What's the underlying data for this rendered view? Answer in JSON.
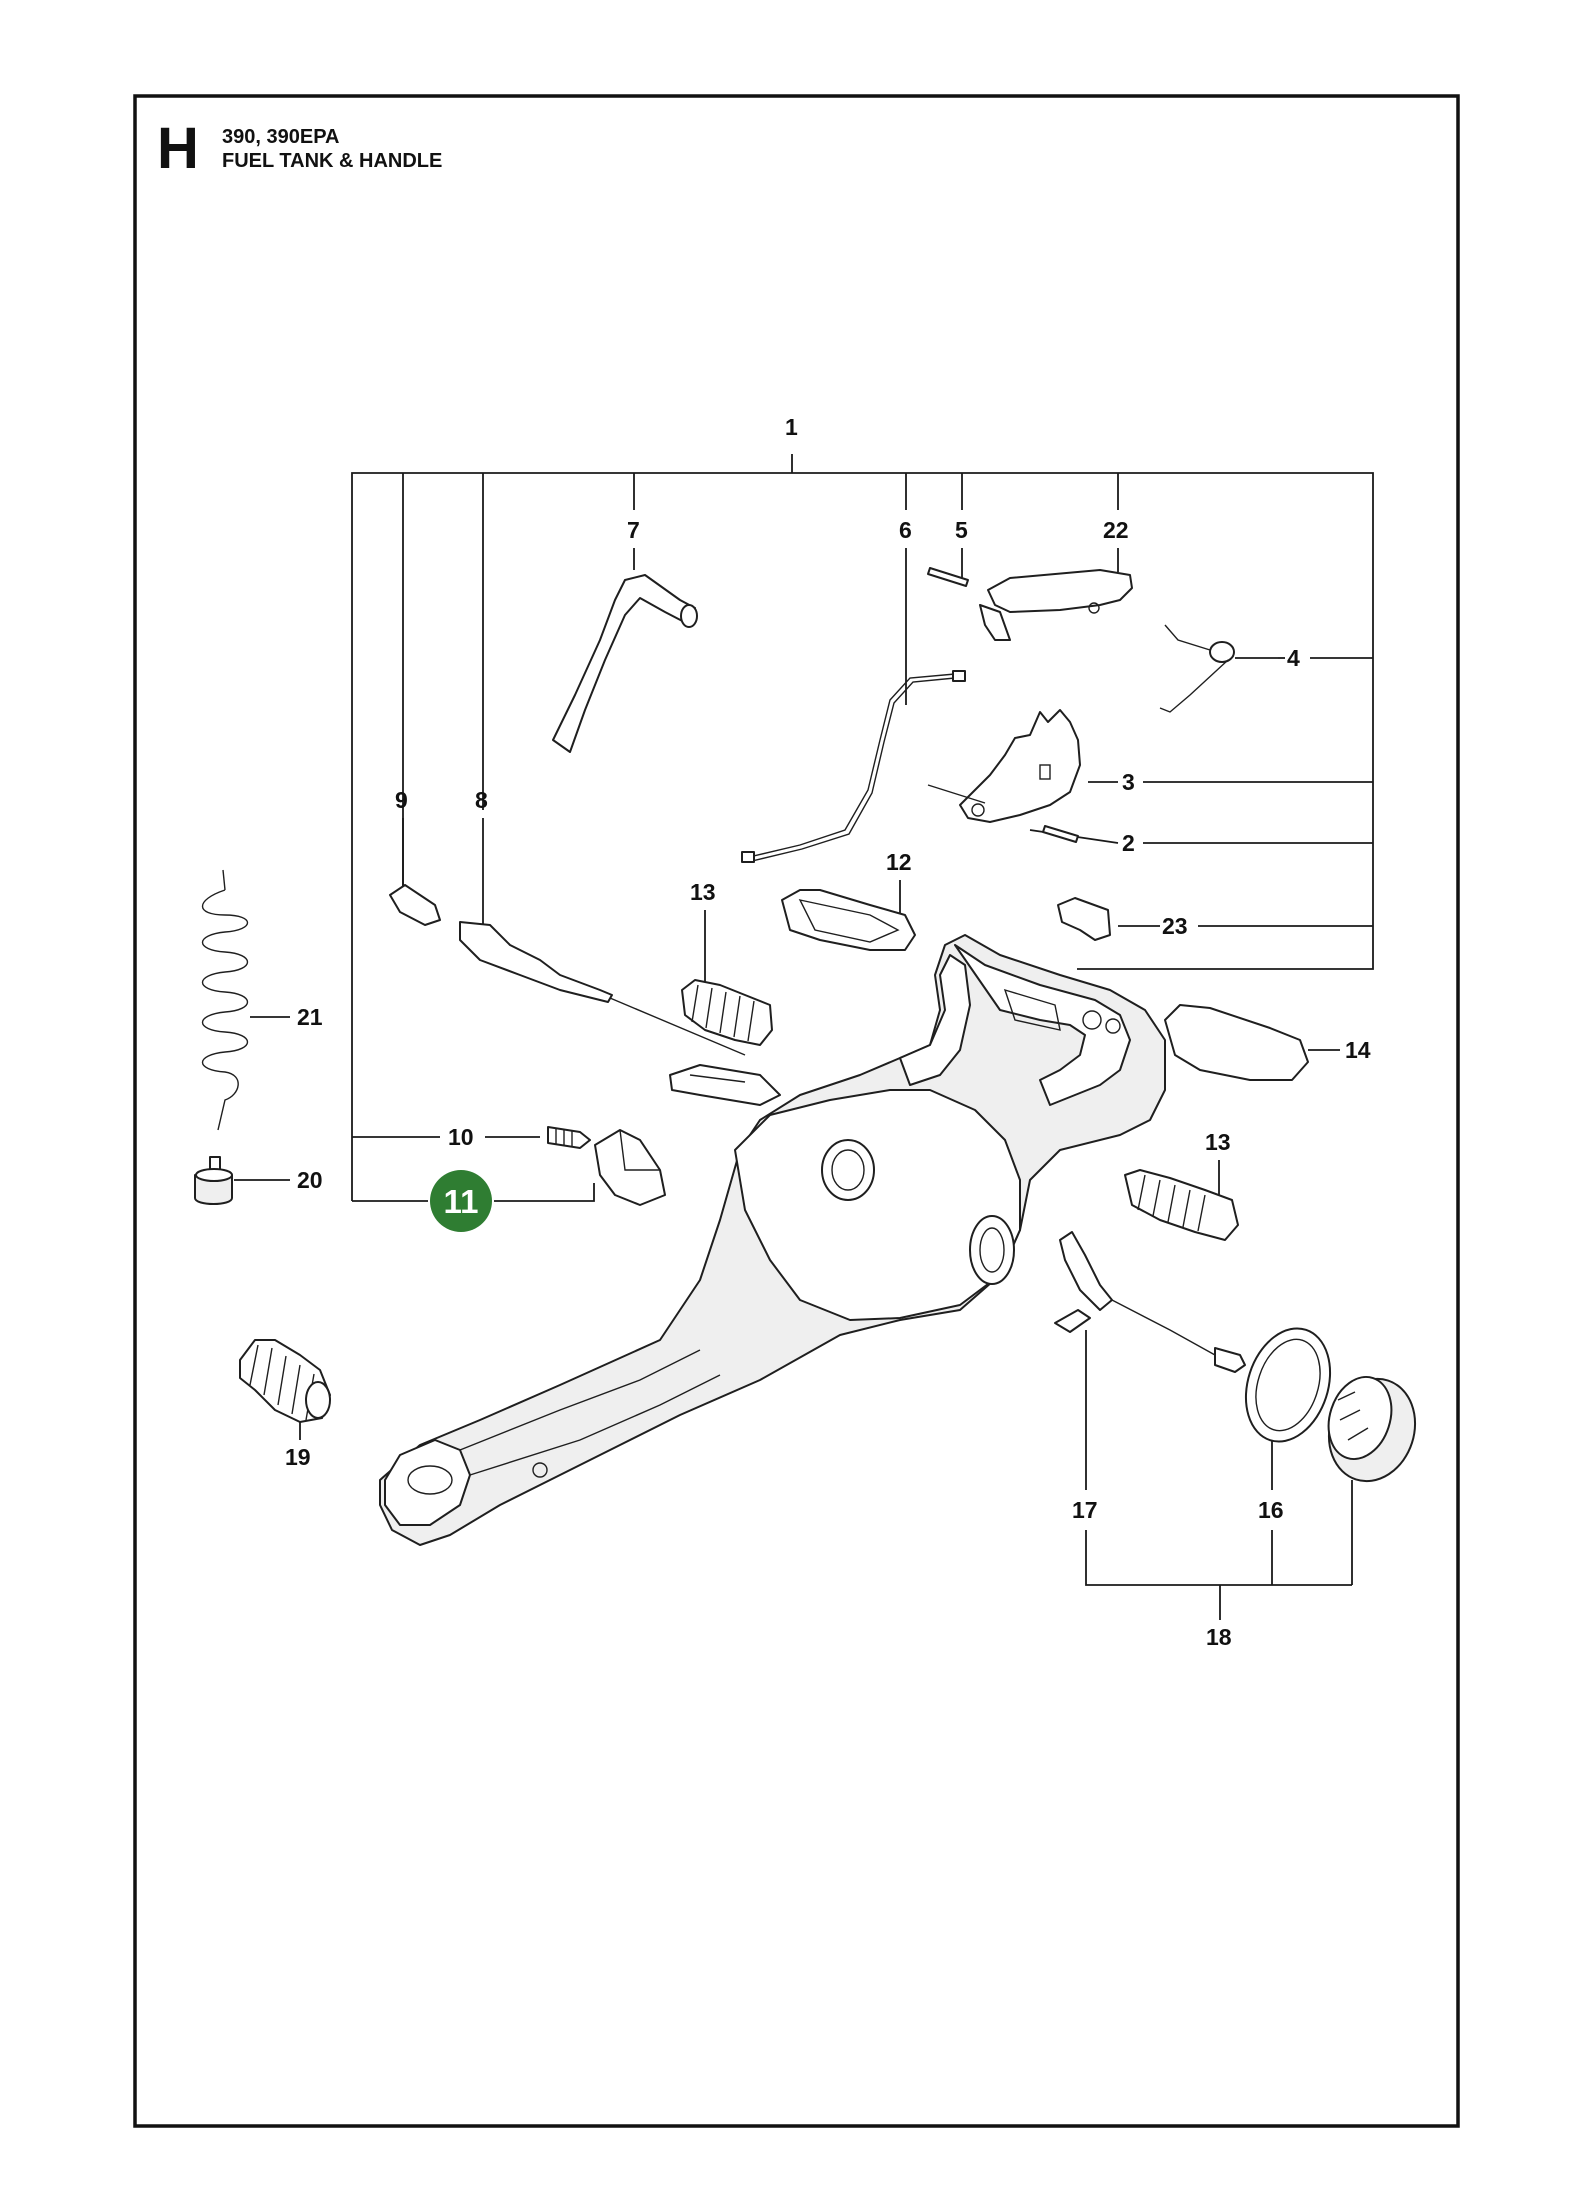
{
  "header": {
    "section_letter": "H",
    "models": "390, 390EPA",
    "title": "FUEL TANK & HANDLE"
  },
  "callouts": {
    "c1": "1",
    "c2": "2",
    "c3": "3",
    "c4": "4",
    "c5": "5",
    "c6": "6",
    "c7": "7",
    "c8": "8",
    "c9": "9",
    "c10": "10",
    "c11": "11",
    "c12": "12",
    "c13a": "13",
    "c13b": "13",
    "c14": "14",
    "c16": "16",
    "c17": "17",
    "c18": "18",
    "c19": "19",
    "c20": "20",
    "c21": "21",
    "c22": "22",
    "c23": "23"
  },
  "colors": {
    "highlight": "#2f7d32",
    "highlight_text": "#ffffff",
    "line": "#1a1a1a"
  }
}
